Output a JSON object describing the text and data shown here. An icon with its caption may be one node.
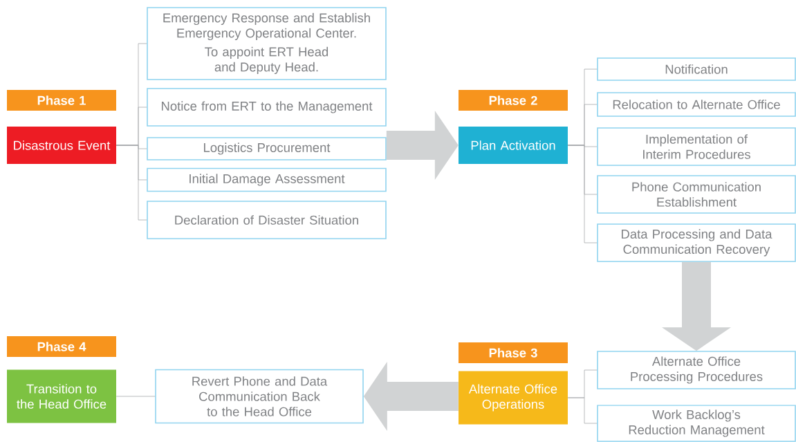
{
  "diagram": {
    "nodes": [
      {
        "text": [
          "Phase 1"
        ]
      },
      {
        "text": [
          "Disastrous Event"
        ]
      },
      {
        "text": [
          "Emergency Response and Establish Emergency Operational Center.",
          "To appoint ERT Head and Deputy Head."
        ]
      },
      {
        "text": [
          "Notice from ERT to the Management"
        ]
      },
      {
        "text": [
          "Logistics Procurement"
        ]
      },
      {
        "text": [
          "Initial Damage Assessment"
        ]
      },
      {
        "text": [
          "Declaration of Disaster Situation"
        ]
      },
      {
        "text": [
          "Phase 2"
        ]
      },
      {
        "text": [
          "Plan Activation"
        ]
      },
      {
        "text": [
          "Notification"
        ]
      },
      {
        "text": [
          "Relocation to Alternate Office"
        ]
      },
      {
        "text": [
          "Implementation of Interim Procedures"
        ]
      },
      {
        "text": [
          "Phone Communication Establishment"
        ]
      },
      {
        "text": [
          "Data Processing and Data Communication Recovery"
        ]
      },
      {
        "text": [
          "Phase 3"
        ]
      },
      {
        "text": [
          "Alternate Office Operations"
        ]
      },
      {
        "text": [
          "Alternate Office Processing Procedures"
        ]
      },
      {
        "text": [
          "Work Backlog’s Reduction Management"
        ]
      },
      {
        "text": [
          "Phase 4"
        ]
      },
      {
        "text": [
          "Transition to the Head Office"
        ]
      },
      {
        "text": [
          "Revert Phone and Data Communication Back to the Head Office"
        ]
      }
    ],
    "edges": [
      {
        "from": 1,
        "to": 2,
        "arrow": "none"
      },
      {
        "from": 1,
        "to": 3,
        "arrow": "none"
      },
      {
        "from": 1,
        "to": 4,
        "arrow": "none"
      },
      {
        "from": 1,
        "to": 5,
        "arrow": "none"
      },
      {
        "from": 1,
        "to": 6,
        "arrow": "none"
      },
      {
        "from": 4,
        "to": 8,
        "arrow": "to",
        "style": "thick",
        "color": "#d1d3d4"
      },
      {
        "from": 8,
        "to": 9,
        "arrow": "none"
      },
      {
        "from": 8,
        "to": 10,
        "arrow": "none"
      },
      {
        "from": 8,
        "to": 11,
        "arrow": "none"
      },
      {
        "from": 8,
        "to": 12,
        "arrow": "none"
      },
      {
        "from": 8,
        "to": 13,
        "arrow": "none"
      },
      {
        "from": 13,
        "to": 16,
        "arrow": "to",
        "style": "thick",
        "color": "#d1d3d4"
      },
      {
        "from": 15,
        "to": 16,
        "arrow": "none"
      },
      {
        "from": 15,
        "to": 17,
        "arrow": "none"
      },
      {
        "from": 15,
        "to": 20,
        "arrow": "to",
        "style": "thick",
        "color": "#d1d3d4"
      },
      {
        "from": 19,
        "to": 20,
        "arrow": "none"
      }
    ]
  }
}
